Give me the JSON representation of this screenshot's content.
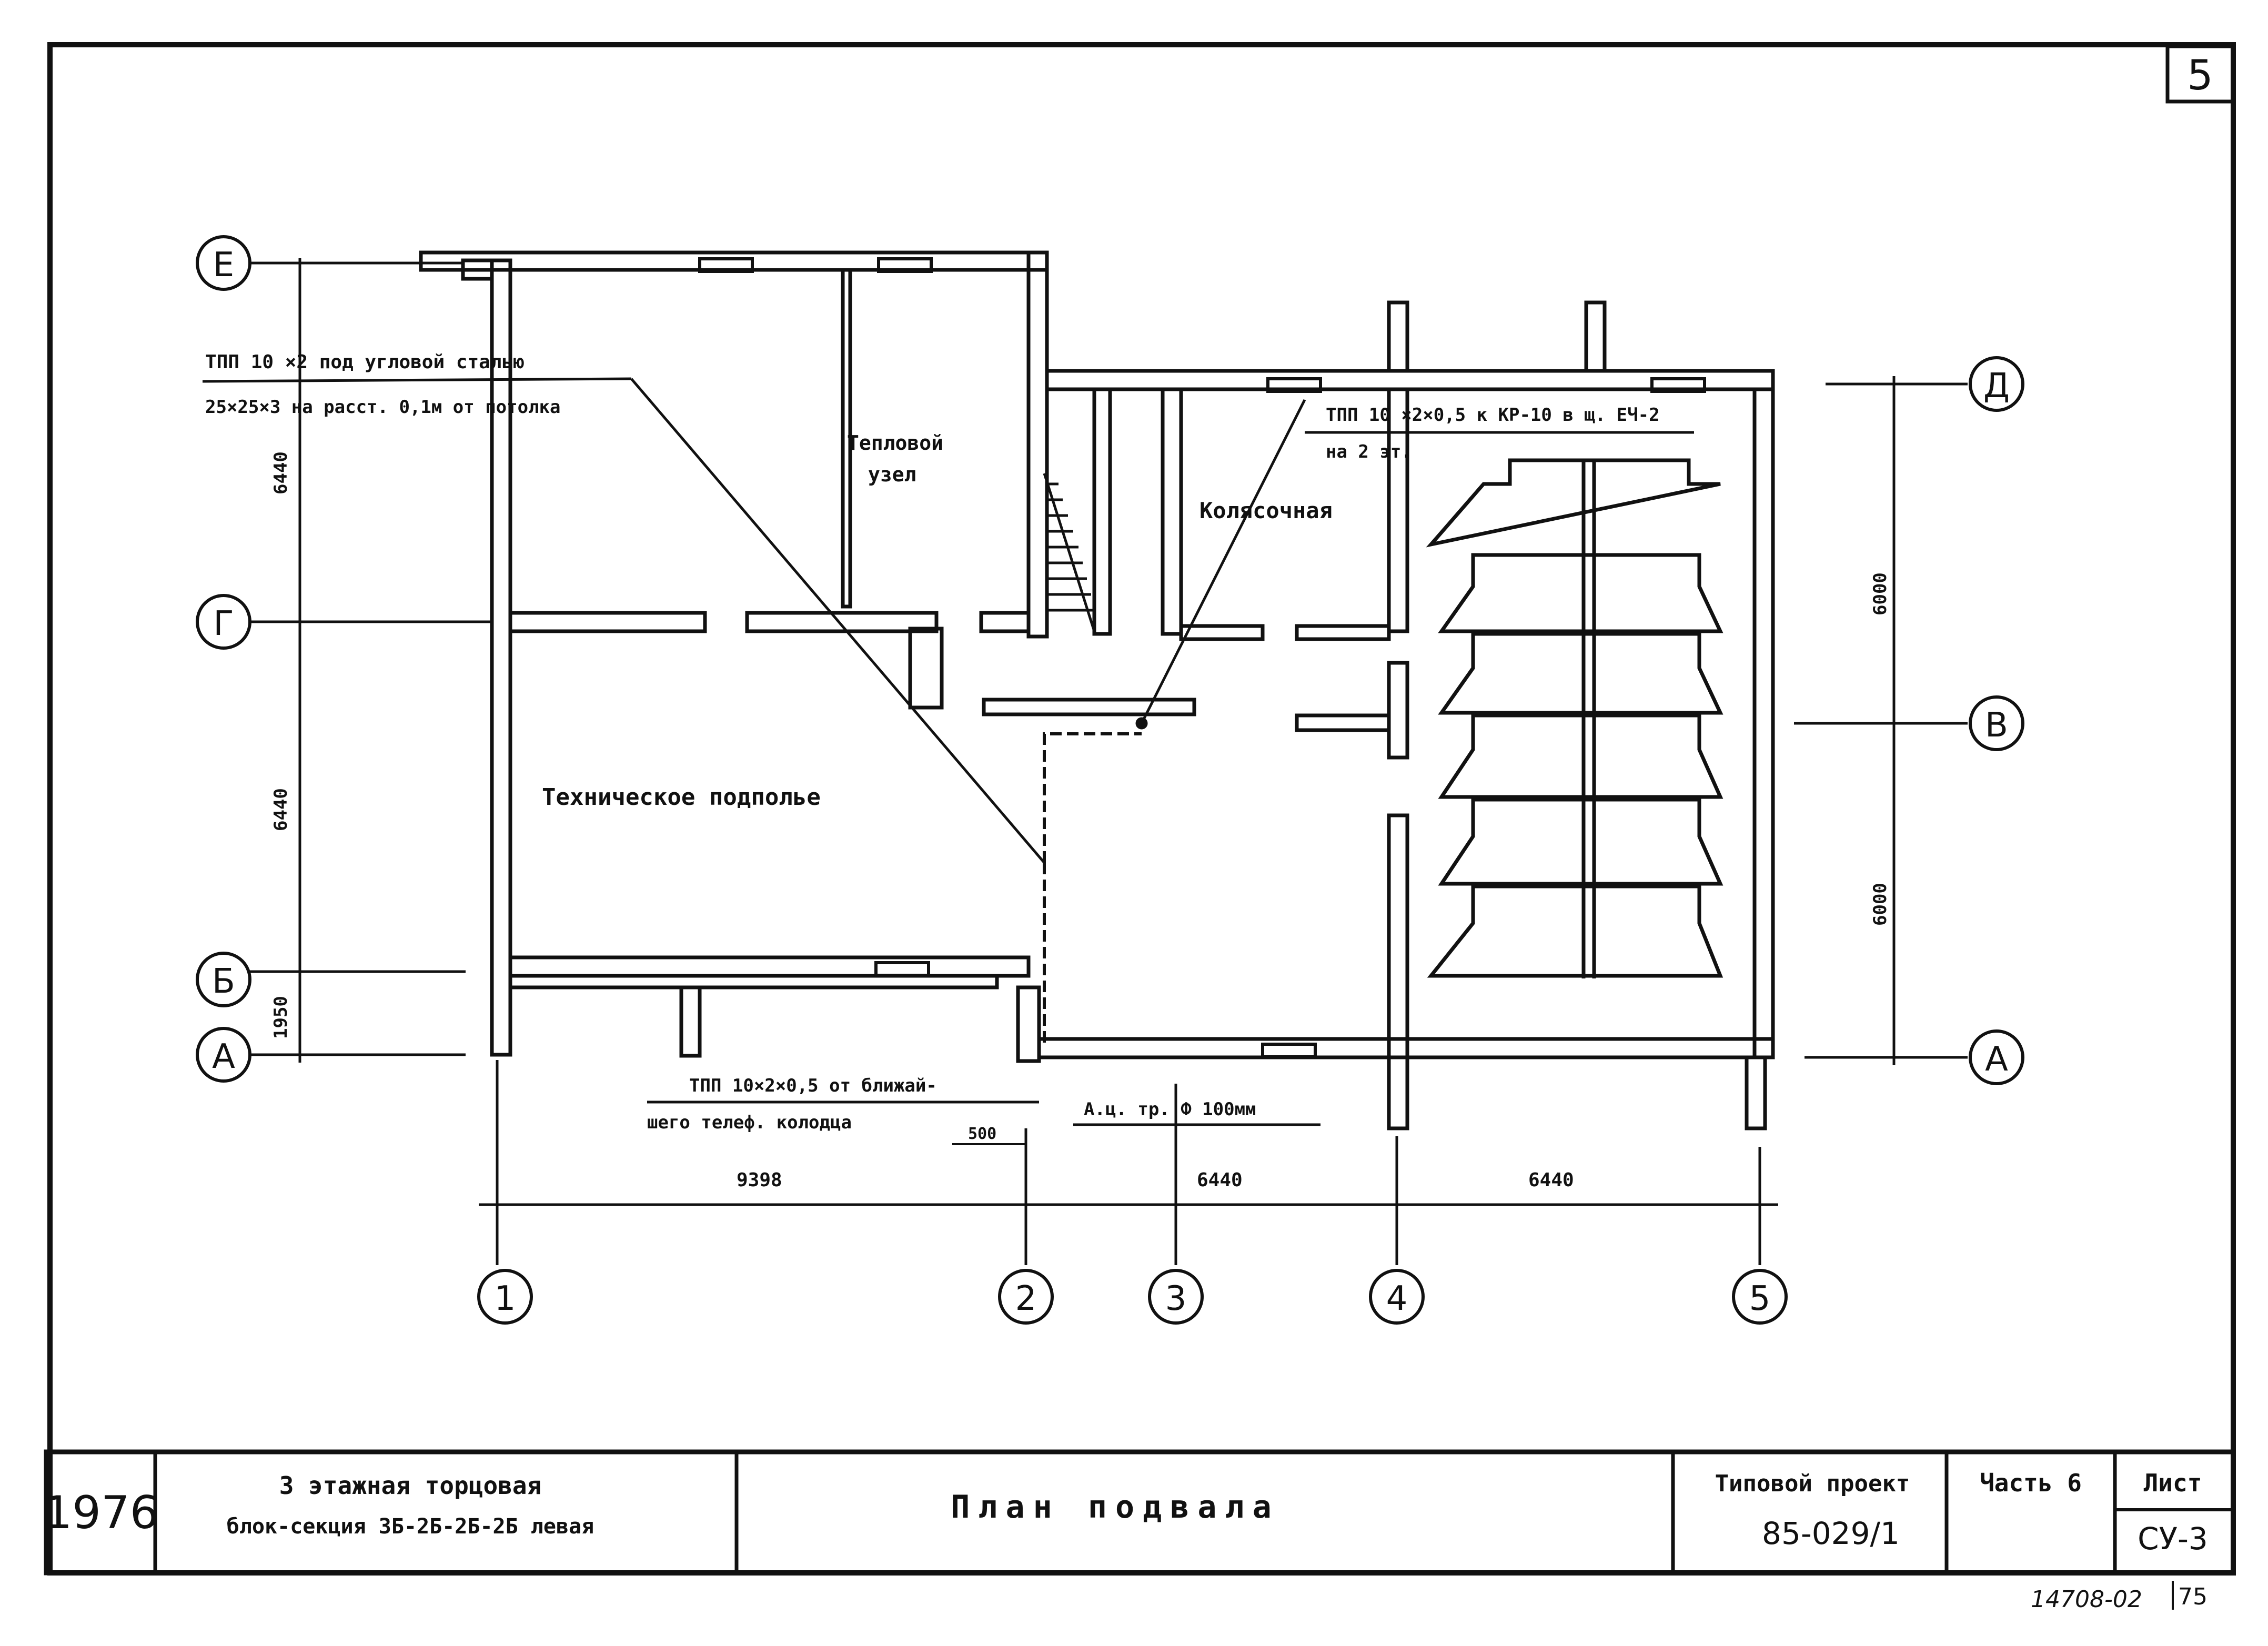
{
  "sheet_number": "5",
  "axes": {
    "rows": [
      "Е",
      "Г",
      "Б",
      "А"
    ],
    "rows_right": [
      "Д",
      "В",
      "А"
    ],
    "cols": [
      "1",
      "2",
      "3",
      "4",
      "5"
    ]
  },
  "dimensions": {
    "left": [
      "6440",
      "6440",
      "1950"
    ],
    "right": [
      "6000",
      "6000"
    ],
    "bottom": [
      "9398",
      "6440",
      "6440"
    ],
    "offset": "500"
  },
  "rooms": {
    "heat_unit_line1": "Тепловой",
    "heat_unit_line2": "узел",
    "stroller_room": "Колясочная",
    "tech_underfloor": "Техническое подполье"
  },
  "notes": {
    "cable_top_left_line1": "ТПП 10 ×2 под угловой сталью",
    "cable_top_left_line2": "25×25×3 на расст. 0,1м от потолка",
    "cable_top_right_line1": "ТПП 10 ×2×0,5 к КР-10 в щ. ЕЧ-2",
    "cable_top_right_line2": "на 2 эт.",
    "cable_bottom_line1": "ТПП 10×2×0,5 от ближай-",
    "cable_bottom_line2": "шего телеф. колодца",
    "pipe": "А.ц. тр. Ф 100мм"
  },
  "title_block": {
    "year": "1976",
    "description_line1": "3 этажная торцовая",
    "description_line2": "блок-секция 3Б-2Б-2Б-2Б левая",
    "drawing_title": "План подвала",
    "project_label": "Типовой проект",
    "project_number": "85-029/1",
    "part": "Часть 6",
    "sheet_label": "Лист",
    "sheet_code": "СУ-3"
  },
  "footer": {
    "archive_number": "14708-02",
    "page": "75"
  }
}
